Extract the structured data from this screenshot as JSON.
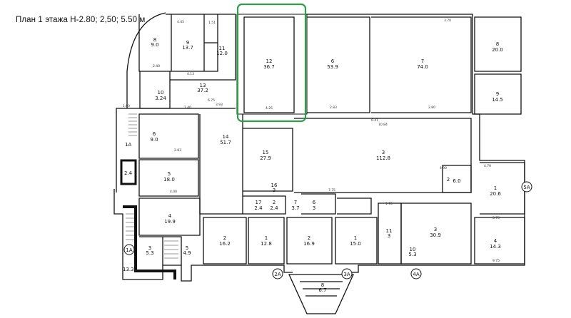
{
  "title": "План 1 этажа Н-2.80; 2,50; 5.50 м",
  "highlight_color": "#2e9e4c",
  "rooms": [
    {
      "id": "r8a",
      "num": "8",
      "area": "9.0"
    },
    {
      "id": "r9a",
      "num": "9",
      "area": "13.7"
    },
    {
      "id": "r11a",
      "num": "11",
      "area": "12.0"
    },
    {
      "id": "r10a",
      "num": "10",
      "area": "3.24"
    },
    {
      "id": "r13a",
      "num": "13",
      "area": "37.2"
    },
    {
      "id": "r12",
      "num": "12",
      "area": "36.7"
    },
    {
      "id": "r6a",
      "num": "6",
      "area": "53.9"
    },
    {
      "id": "r7a",
      "num": "7",
      "area": "74.0"
    },
    {
      "id": "r8b",
      "num": "8",
      "area": "20.0"
    },
    {
      "id": "r9b",
      "num": "9",
      "area": "14.5"
    },
    {
      "id": "r6b",
      "num": "6",
      "area": "9.0"
    },
    {
      "id": "r14",
      "num": "14",
      "area": "51.7"
    },
    {
      "id": "r15",
      "num": "15",
      "area": "27.9"
    },
    {
      "id": "r3a",
      "num": "3",
      "area": "112.8"
    },
    {
      "id": "r5a",
      "num": "5",
      "area": "18.0"
    },
    {
      "id": "r2a",
      "num": "2",
      "area": "6.0"
    },
    {
      "id": "r1a",
      "num": "1",
      "area": "20.6"
    },
    {
      "id": "r4a",
      "num": "4",
      "area": "19.9"
    },
    {
      "id": "r2b",
      "num": "2",
      "area": "16.2"
    },
    {
      "id": "r1b",
      "num": "1",
      "area": "12.8"
    },
    {
      "id": "r2c",
      "num": "2",
      "area": "16.9"
    },
    {
      "id": "r1c",
      "num": "1",
      "area": "15.0"
    },
    {
      "id": "r3b",
      "num": "3",
      "area": "30.9"
    },
    {
      "id": "r4b",
      "num": "4",
      "area": "14.3"
    },
    {
      "id": "r11b",
      "num": "11",
      "area": "3"
    },
    {
      "id": "r5b",
      "num": "5",
      "area": "4.9"
    },
    {
      "id": "r3c",
      "num": "3",
      "area": "5.3"
    },
    {
      "id": "r8c",
      "num": "8",
      "area": "6.7"
    },
    {
      "id": "r16",
      "num": "16",
      "area": "3"
    },
    {
      "id": "r17",
      "num": "17",
      "area": "2.4"
    },
    {
      "id": "r24",
      "num": "2",
      "area": "2.4"
    },
    {
      "id": "r7b",
      "num": "7",
      "area": "3.7"
    },
    {
      "id": "r6c",
      "num": "6",
      "area": "3"
    },
    {
      "id": "r10b",
      "num": "10",
      "area": "5.3"
    }
  ],
  "axis_labels": [
    "1А",
    "2А",
    "3А",
    "4А",
    "5А"
  ],
  "stair_labels": [
    "1А",
    "2.4",
    "13.3"
  ],
  "dimensions": {
    "d1": "4.45",
    "d2": "1.51",
    "d3": "2.40",
    "d4": "4.13",
    "d5": "1.60",
    "d6": "3.93",
    "d7": "6.75",
    "d8": "4.25",
    "d9": "2.83",
    "d10": "0.41",
    "d11": "10.84",
    "d12": "7.75",
    "d13": "1.95",
    "d14": "4.70",
    "d15": "3.75",
    "d16": "9.75",
    "d17": "3.70",
    "d18": "2.80",
    "d19": "1.40",
    "d20": "4.90",
    "d21": "2.83",
    "d22": "4.00"
  }
}
